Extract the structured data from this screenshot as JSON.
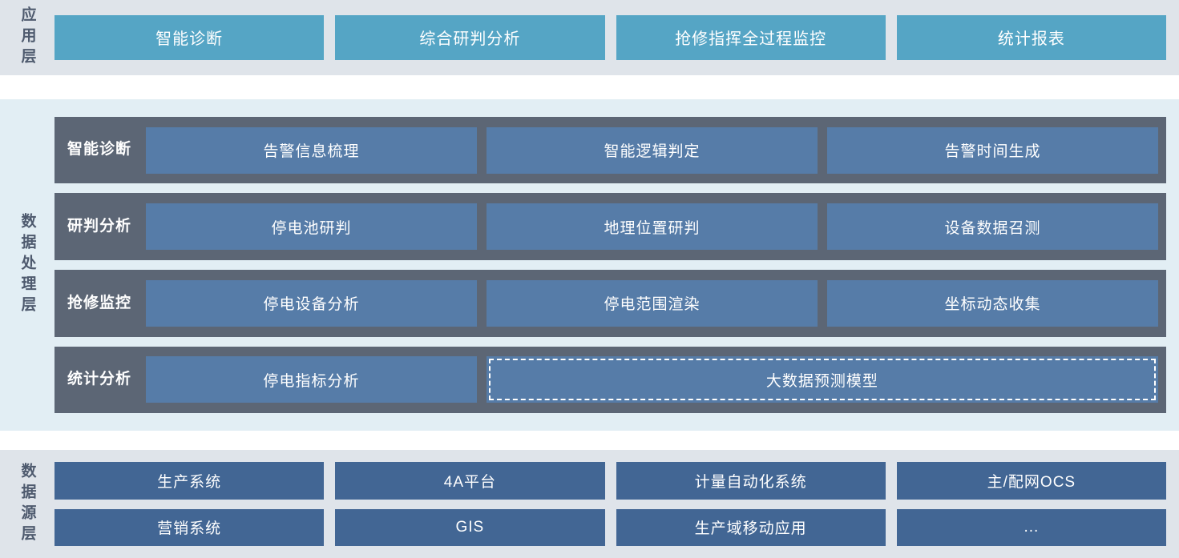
{
  "colors": {
    "app_band_bg": "#dfe4ea",
    "app_tile": "#55a5c5",
    "proc_band_bg": "#e2eef4",
    "proc_row_bar": "#5c6675",
    "proc_tile": "#567ca8",
    "src_band_bg": "#dfe4ea",
    "src_tile": "#426694",
    "label_text": "#4e5a6e",
    "tile_text": "#ffffff",
    "page_bg": "#ffffff"
  },
  "application_layer": {
    "label": "应用层",
    "tiles": [
      {
        "label": "智能诊断"
      },
      {
        "label": "综合研判分析"
      },
      {
        "label": "抢修指挥全过程监控"
      },
      {
        "label": "统计报表"
      }
    ]
  },
  "data_processing_layer": {
    "label": "数据处理层",
    "rows": [
      {
        "label": "智能诊断",
        "tiles": [
          {
            "label": "告警信息梳理",
            "style": "solid"
          },
          {
            "label": "智能逻辑判定",
            "style": "solid"
          },
          {
            "label": "告警时间生成",
            "style": "solid"
          }
        ]
      },
      {
        "label": "研判分析",
        "tiles": [
          {
            "label": "停电池研判",
            "style": "solid"
          },
          {
            "label": "地理位置研判",
            "style": "solid"
          },
          {
            "label": "设备数据召测",
            "style": "solid"
          }
        ]
      },
      {
        "label": "抢修监控",
        "tiles": [
          {
            "label": "停电设备分析",
            "style": "solid"
          },
          {
            "label": "停电范围渲染",
            "style": "solid"
          },
          {
            "label": "坐标动态收集",
            "style": "solid"
          }
        ]
      },
      {
        "label": "统计分析",
        "tiles": [
          {
            "label": "停电指标分析",
            "style": "solid"
          },
          {
            "label": "大数据预测模型",
            "style": "dashed"
          }
        ]
      }
    ]
  },
  "data_source_layer": {
    "label": "数据源层",
    "rows": [
      [
        {
          "label": "生产系统"
        },
        {
          "label": "4A平台"
        },
        {
          "label": "计量自动化系统"
        },
        {
          "label": "主/配网OCS"
        }
      ],
      [
        {
          "label": "营销系统"
        },
        {
          "label": "GIS"
        },
        {
          "label": "生产域移动应用"
        },
        {
          "label": "..."
        }
      ]
    ]
  }
}
